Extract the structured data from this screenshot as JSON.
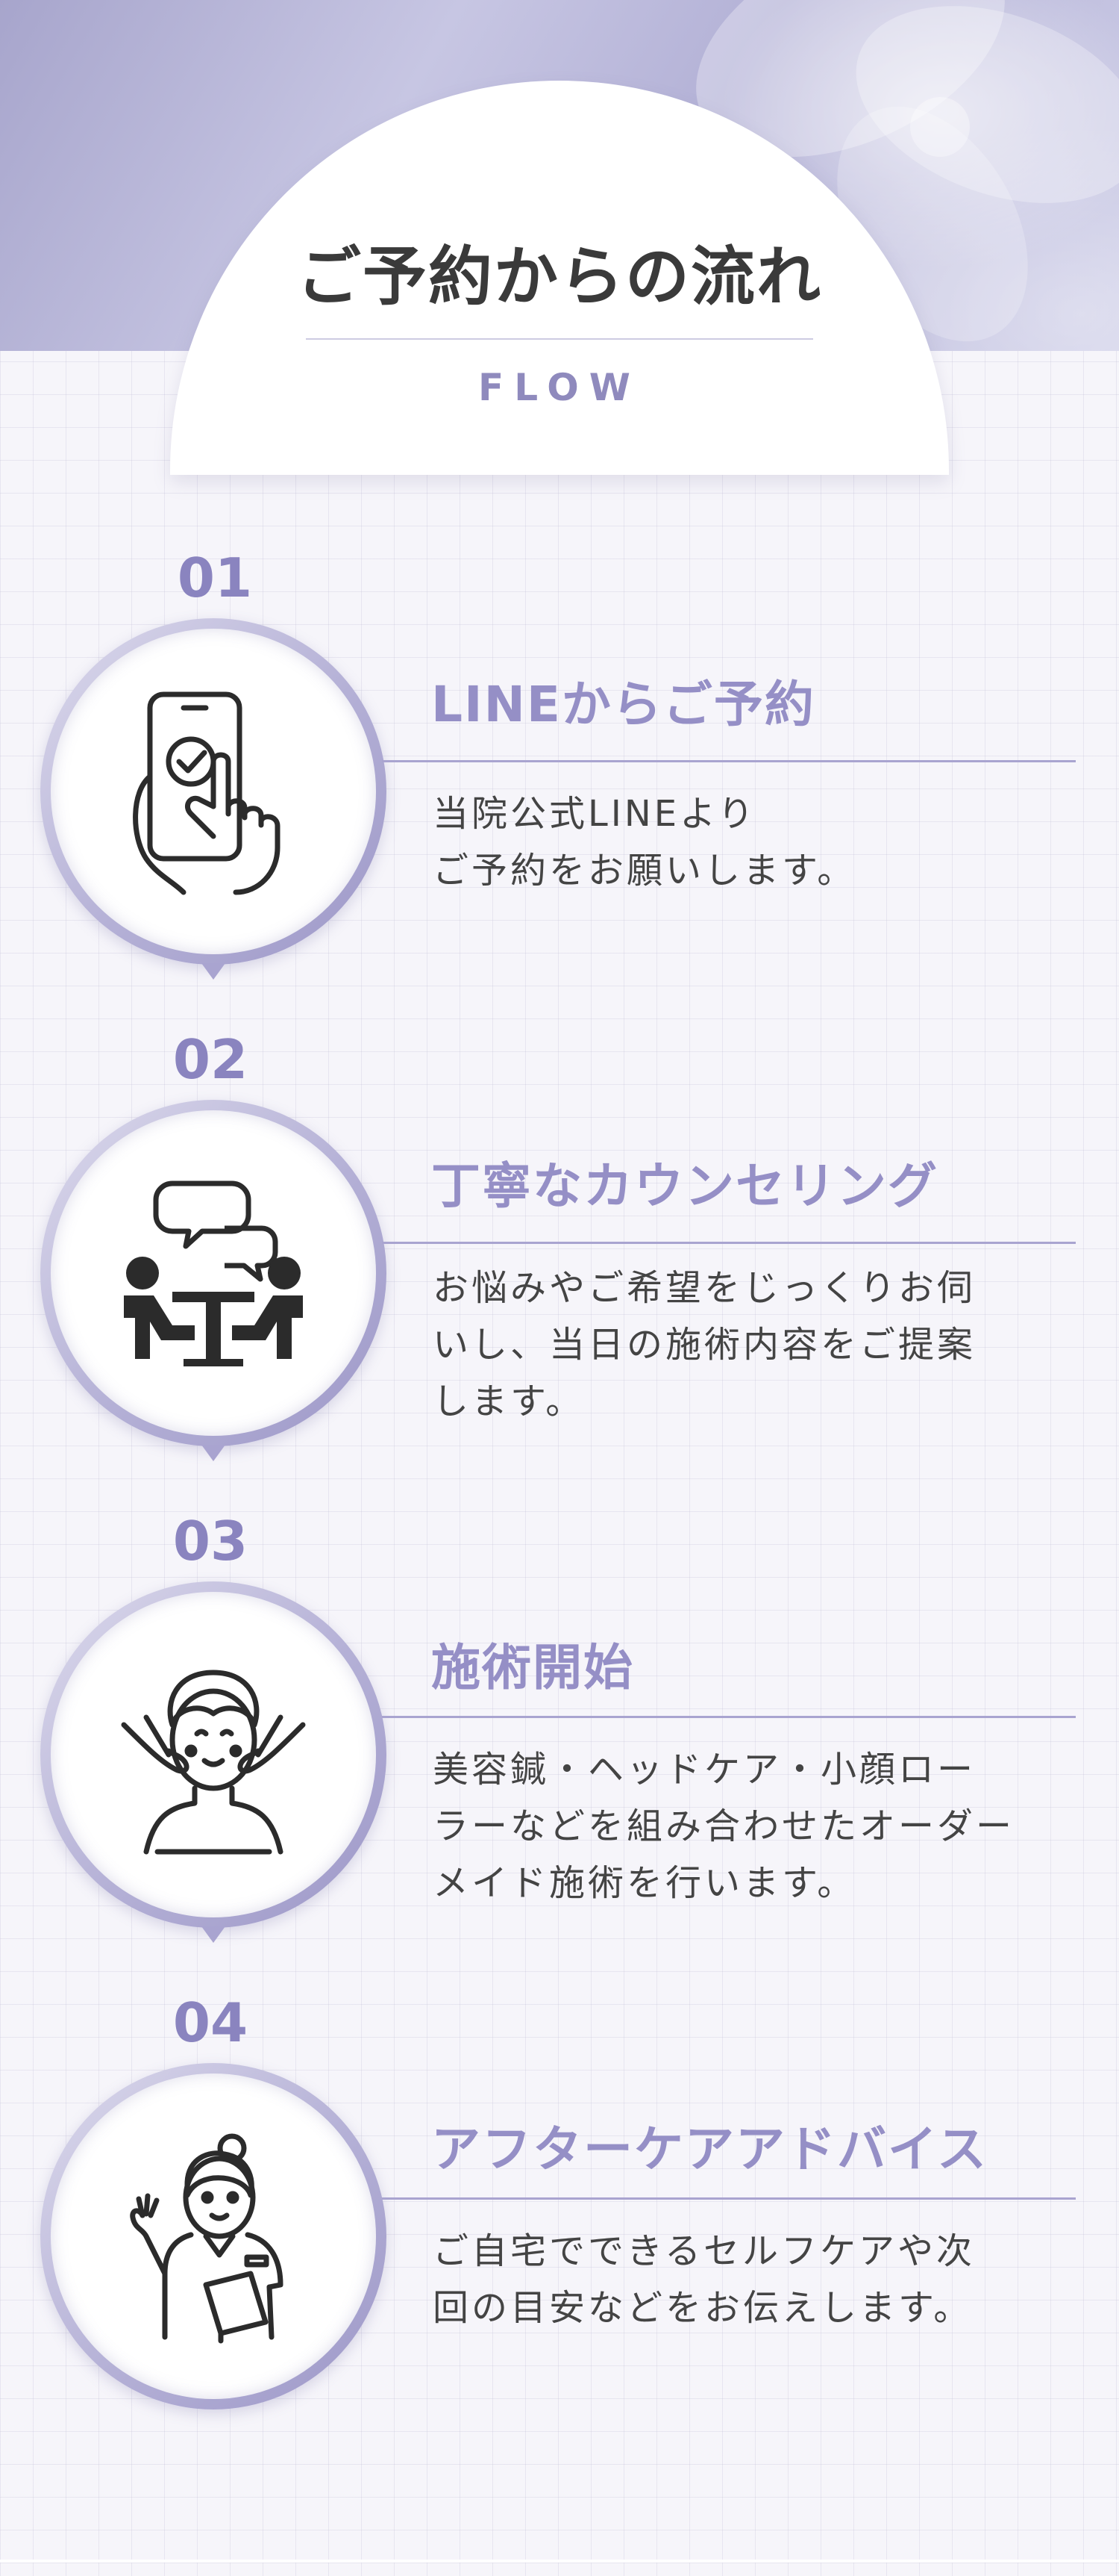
{
  "header": {
    "title": "ご予約からの流れ",
    "subtitle": "FLOW"
  },
  "colors": {
    "accent": "#958fc6",
    "ring": "#a9a4d0",
    "text": "#444444"
  },
  "steps": [
    {
      "number": "01",
      "title": "LINEからご予約",
      "description": "当院公式LINEより\nご予約をお願いします。",
      "icon": "smartphone-tap-icon"
    },
    {
      "number": "02",
      "title": "丁寧なカウンセリング",
      "description": "お悩みやご希望をじっくりお伺\nいし、当日の施術内容をご提案\nします。",
      "icon": "counseling-icon"
    },
    {
      "number": "03",
      "title": "施術開始",
      "description": "美容鍼・ヘッドケア・小顔ロー\nラーなどを組み合わせたオーダー\nメイド施術を行います。",
      "icon": "facial-treatment-icon"
    },
    {
      "number": "04",
      "title": "アフターケアアドバイス",
      "description": "ご自宅でできるセルフケアや次\n回の目安などをお伝えします。",
      "icon": "staff-advice-icon"
    }
  ]
}
